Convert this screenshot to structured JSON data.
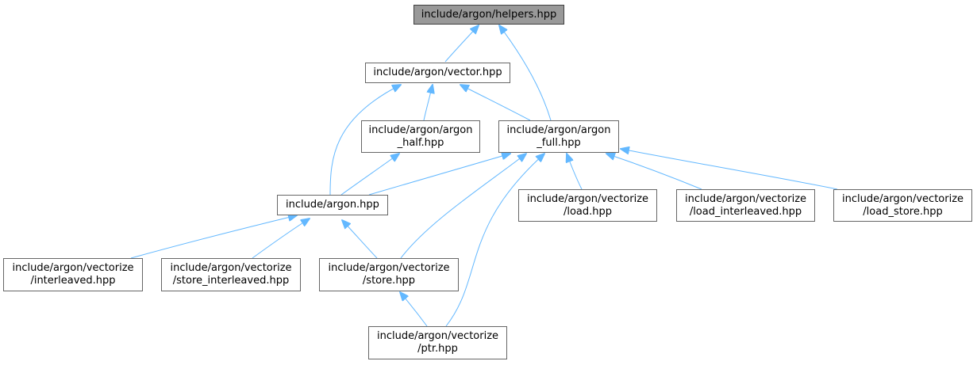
{
  "colors": {
    "edge": "#63b8ff",
    "node_border": "#666666",
    "root_fill": "#999999"
  },
  "nodes": {
    "helpers": {
      "lines": [
        "include/argon/helpers.hpp"
      ],
      "root": true
    },
    "vector": {
      "lines": [
        "include/argon/vector.hpp"
      ]
    },
    "argon_half": {
      "lines": [
        "include/argon/argon",
        "_half.hpp"
      ]
    },
    "argon_full": {
      "lines": [
        "include/argon/argon",
        "_full.hpp"
      ]
    },
    "argon": {
      "lines": [
        "include/argon.hpp"
      ]
    },
    "load": {
      "lines": [
        "include/argon/vectorize",
        "/load.hpp"
      ]
    },
    "load_interleaved": {
      "lines": [
        "include/argon/vectorize",
        "/load_interleaved.hpp"
      ]
    },
    "load_store": {
      "lines": [
        "include/argon/vectorize",
        "/load_store.hpp"
      ]
    },
    "interleaved": {
      "lines": [
        "include/argon/vectorize",
        "/interleaved.hpp"
      ]
    },
    "store_interleaved": {
      "lines": [
        "include/argon/vectorize",
        "/store_interleaved.hpp"
      ]
    },
    "store": {
      "lines": [
        "include/argon/vectorize",
        "/store.hpp"
      ]
    },
    "ptr": {
      "lines": [
        "include/argon/vectorize",
        "/ptr.hpp"
      ]
    }
  },
  "edges": [
    {
      "from": "vector",
      "to": "helpers"
    },
    {
      "from": "argon_full",
      "to": "helpers"
    },
    {
      "from": "argon_half",
      "to": "vector"
    },
    {
      "from": "argon_full",
      "to": "vector"
    },
    {
      "from": "argon",
      "to": "vector"
    },
    {
      "from": "argon",
      "to": "argon_half"
    },
    {
      "from": "argon",
      "to": "argon_full"
    },
    {
      "from": "load",
      "to": "argon_full"
    },
    {
      "from": "load_interleaved",
      "to": "argon_full"
    },
    {
      "from": "load_store",
      "to": "argon_full"
    },
    {
      "from": "store",
      "to": "argon_full"
    },
    {
      "from": "ptr",
      "to": "argon_full"
    },
    {
      "from": "interleaved",
      "to": "argon"
    },
    {
      "from": "store_interleaved",
      "to": "argon"
    },
    {
      "from": "store",
      "to": "argon"
    },
    {
      "from": "ptr",
      "to": "store"
    }
  ]
}
